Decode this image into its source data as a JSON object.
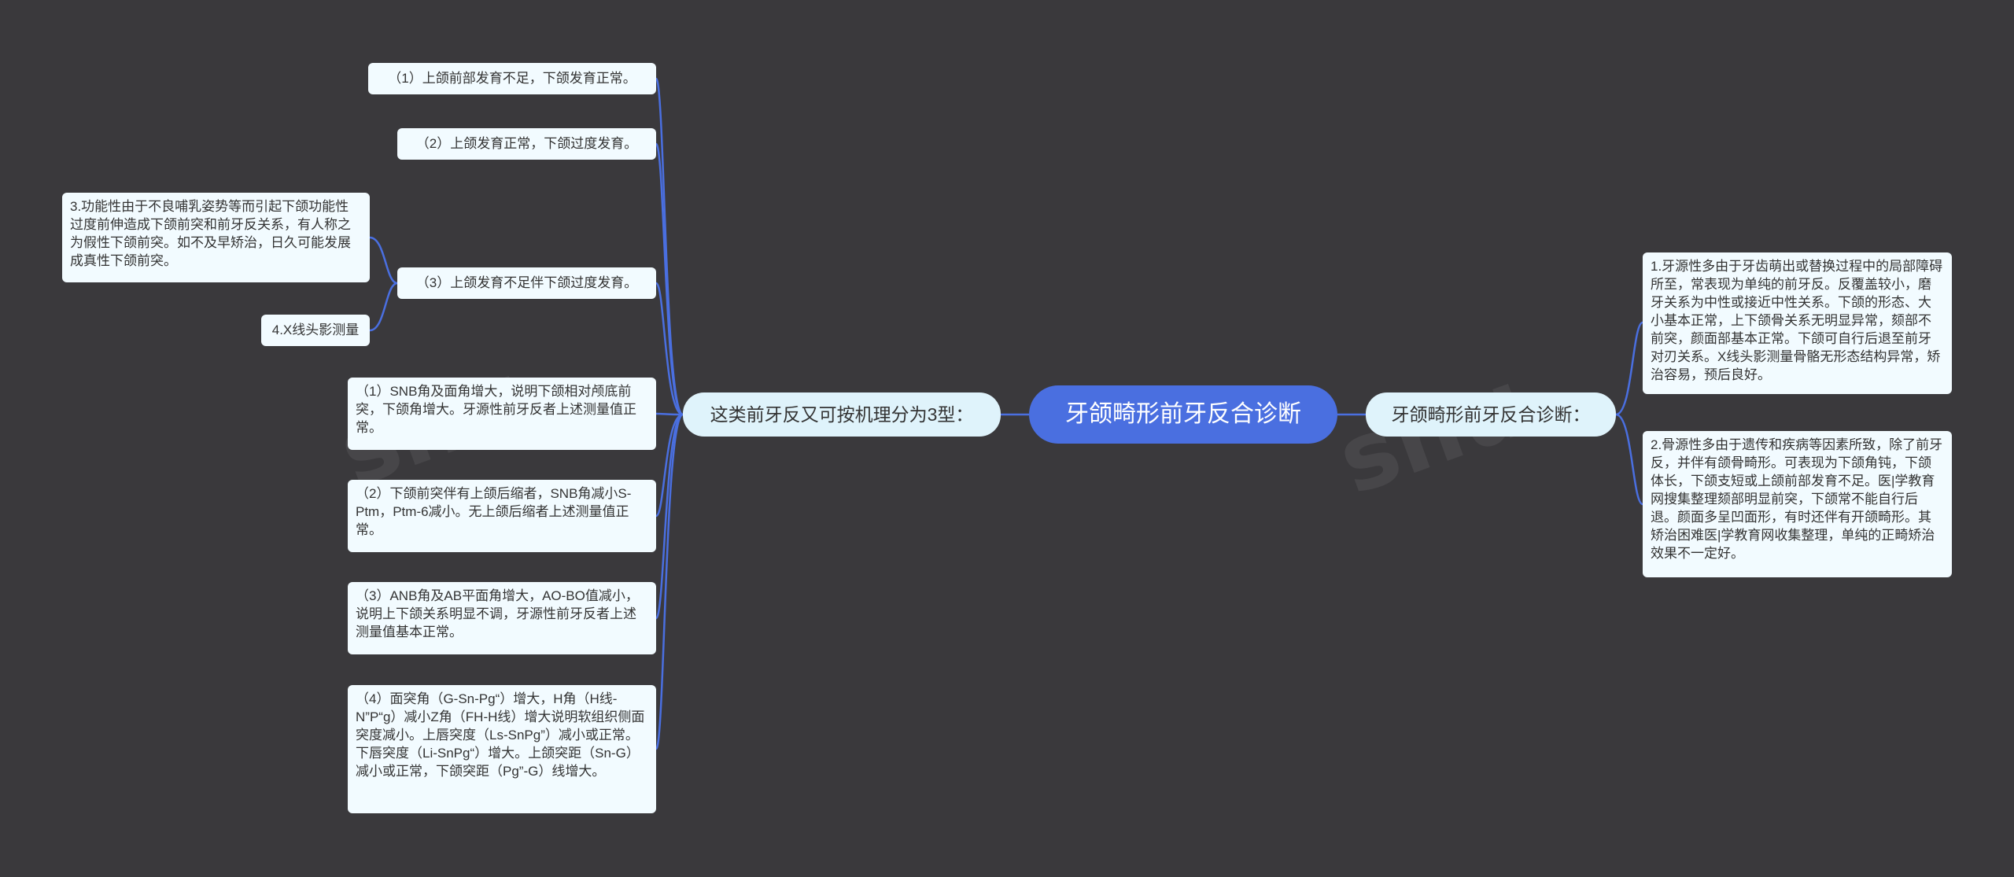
{
  "root": {
    "label": "牙颌畸形前牙反合诊断"
  },
  "left_branch": {
    "label": "这类前牙反又可按机理分为3型：",
    "types": [
      "（1）上颌前部发育不足，下颌发育正常。",
      "（2）上颌发育正常，下颌过度发育。",
      "（3）上颌发育不足伴下颌过度发育。"
    ],
    "type3_children": [
      "3.功能性由于不良哺乳姿势等而引起下颌功能性过度前伸造成下颌前突和前牙反关系，有人称之为假性下颌前突。如不及早矫治，日久可能发展成真性下颌前突。",
      "4.X线头影测量"
    ],
    "measurements": [
      "（1）SNB角及面角增大，说明下颌相对颅底前突，下颌角增大。牙源性前牙反者上述测量值正常。",
      "（2）下颌前突伴有上颌后缩者，SNB角减小S-Ptm，Ptm-6减小。无上颌后缩者上述测量值正常。",
      "（3）ANB角及AB平面角增大，AO-BO值减小，说明上下颌关系明显不调，牙源性前牙反者上述测量值基本正常。",
      "（4）面突角（G-Sn-Pg“）增大，H角（H线-N”P“g）减小Z角（FH-H线）增大说明软组织侧面突度减小。上唇突度（Ls-SnPg”）减小或正常。下唇突度（Li-SnPg“）增大。上颌突距（Sn-G）减小或正常，下颌突距（Pg”-G）线增大。"
    ]
  },
  "right_branch": {
    "label": "牙颌畸形前牙反合诊断：",
    "items": [
      "1.牙源性多由于牙齿萌出或替换过程中的局部障碍所至，常表现为单纯的前牙反。反覆盖较小，磨牙关系为中性或接近中性关系。下颌的形态、大小基本正常，上下颌骨关系无明显异常，颏部不前突，颜面部基本正常。下颌可自行后退至前牙对刃关系。X线头影测量骨骼无形态结构异常，矫治容易，预后良好。",
      "2.骨源性多由于遗传和疾病等因素所致，除了前牙反，并伴有颌骨畸形。可表现为下颌角钝，下颌体长，下颌支短或上颌前部发育不足。医|学教育网搜集整理颏部明显前突，下颌常不能自行后退。颜面多呈凹面形，有时还伴有开颌畸形。其矫治困难医|学教育网收集整理，单纯的正畸矫治效果不一定好。"
    ]
  },
  "colors": {
    "background": "#3a393c",
    "link": "#4a6fe0",
    "root": "#4a6fe0",
    "node": "#f2fbff",
    "pill": "#dff3fb"
  }
}
